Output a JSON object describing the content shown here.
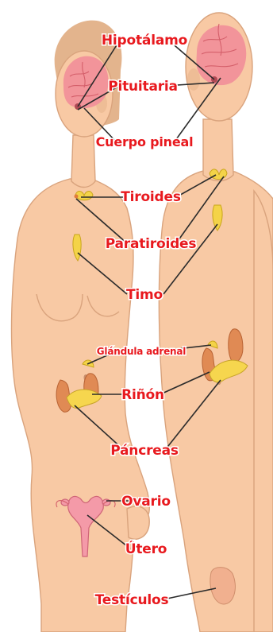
{
  "labels": {
    "hypothalamus": "Hipotálamo",
    "pituitary": "Pituitaria",
    "pineal": "Cuerpo pineal",
    "thyroid": "Tiroides",
    "parathyroid": "Paratiroides",
    "thymus": "Timo",
    "adrenal": "Glándula adrenal",
    "kidney": "Riñón",
    "pancreas": "Páncreas",
    "ovary": "Ovario",
    "uterus": "Útero",
    "testes": "Testículos"
  },
  "colors": {
    "label_text": "#e8191e",
    "leader_line": "#2b2b2b",
    "skin": "#f8c9a4",
    "brain": "#f2949a",
    "gland": "#f4d348",
    "kidney": "#e08a54",
    "uterus": "#f49aa8"
  }
}
